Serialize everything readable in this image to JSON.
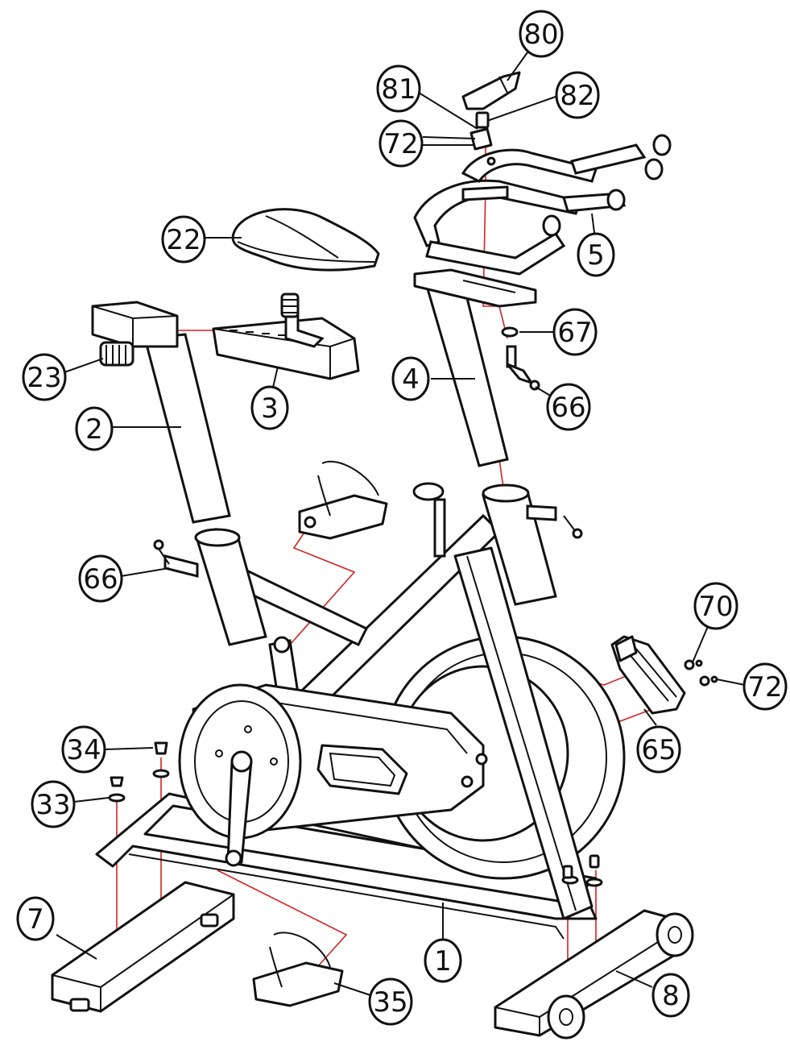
{
  "callouts": [
    {
      "id": "p80",
      "label": "80"
    },
    {
      "id": "p81",
      "label": "81"
    },
    {
      "id": "p82",
      "label": "82"
    },
    {
      "id": "p72a",
      "label": "72"
    },
    {
      "id": "p22",
      "label": "22"
    },
    {
      "id": "p5",
      "label": "5"
    },
    {
      "id": "p67",
      "label": "67"
    },
    {
      "id": "p23",
      "label": "23"
    },
    {
      "id": "p3",
      "label": "3"
    },
    {
      "id": "p4",
      "label": "4"
    },
    {
      "id": "p66a",
      "label": "66"
    },
    {
      "id": "p2",
      "label": "2"
    },
    {
      "id": "p66b",
      "label": "66"
    },
    {
      "id": "p70",
      "label": "70"
    },
    {
      "id": "p72b",
      "label": "72"
    },
    {
      "id": "p65",
      "label": "65"
    },
    {
      "id": "p34",
      "label": "34"
    },
    {
      "id": "p33",
      "label": "33"
    },
    {
      "id": "p7",
      "label": "7"
    },
    {
      "id": "p1",
      "label": "1"
    },
    {
      "id": "p35",
      "label": "35"
    },
    {
      "id": "p8",
      "label": "8"
    }
  ]
}
